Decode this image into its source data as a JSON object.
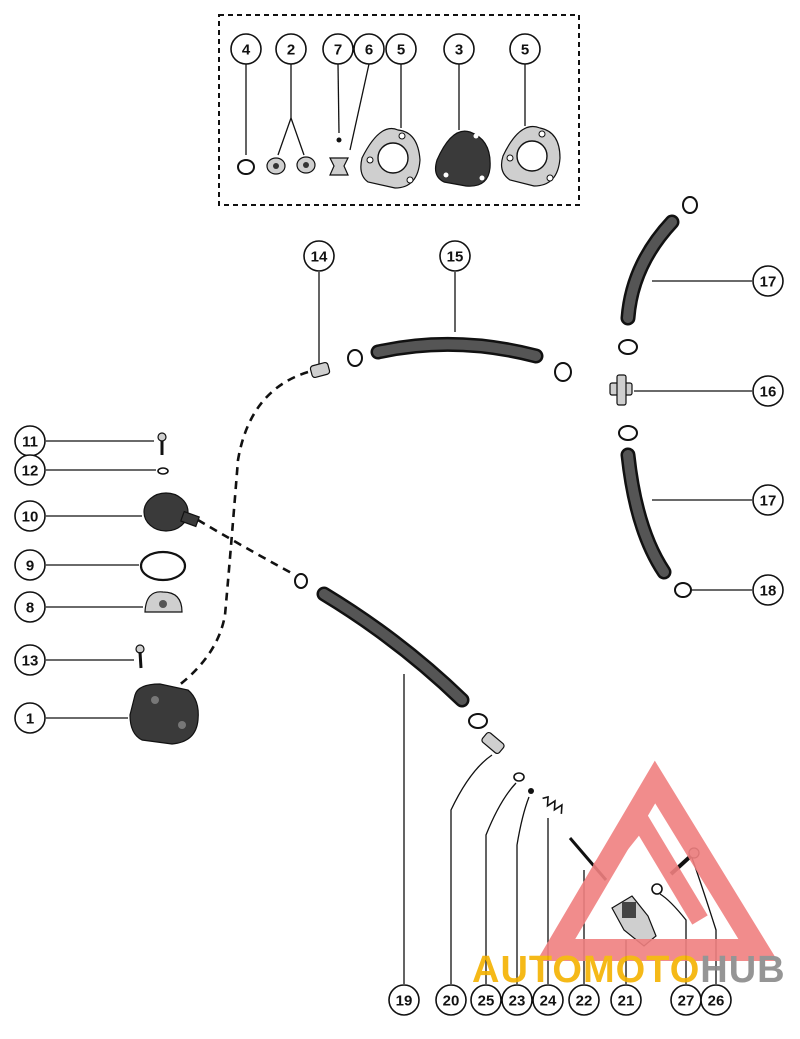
{
  "diagram": {
    "callouts": [
      {
        "id": "c4",
        "label": "4"
      },
      {
        "id": "c2",
        "label": "2"
      },
      {
        "id": "c7",
        "label": "7"
      },
      {
        "id": "c6",
        "label": "6"
      },
      {
        "id": "c5a",
        "label": "5"
      },
      {
        "id": "c3",
        "label": "3"
      },
      {
        "id": "c5b",
        "label": "5"
      },
      {
        "id": "c14",
        "label": "14"
      },
      {
        "id": "c15",
        "label": "15"
      },
      {
        "id": "c17a",
        "label": "17"
      },
      {
        "id": "c16",
        "label": "16"
      },
      {
        "id": "c17b",
        "label": "17"
      },
      {
        "id": "c18",
        "label": "18"
      },
      {
        "id": "c11",
        "label": "11"
      },
      {
        "id": "c12",
        "label": "12"
      },
      {
        "id": "c10",
        "label": "10"
      },
      {
        "id": "c9",
        "label": "9"
      },
      {
        "id": "c8",
        "label": "8"
      },
      {
        "id": "c13",
        "label": "13"
      },
      {
        "id": "c1",
        "label": "1"
      },
      {
        "id": "c19",
        "label": "19"
      },
      {
        "id": "c20",
        "label": "20"
      },
      {
        "id": "c25",
        "label": "25"
      },
      {
        "id": "c23",
        "label": "23"
      },
      {
        "id": "c24",
        "label": "24"
      },
      {
        "id": "c22",
        "label": "22"
      },
      {
        "id": "c21",
        "label": "21"
      },
      {
        "id": "c27",
        "label": "27"
      },
      {
        "id": "c26",
        "label": "26"
      }
    ]
  },
  "watermark": {
    "text_a": "AUTO",
    "text_b": "MOTO",
    "text_c": "HUB",
    "color_a": "#f5b200",
    "color_b": "#f5b200",
    "color_c": "#8a8a8a",
    "triangle_color": "#f08080"
  }
}
